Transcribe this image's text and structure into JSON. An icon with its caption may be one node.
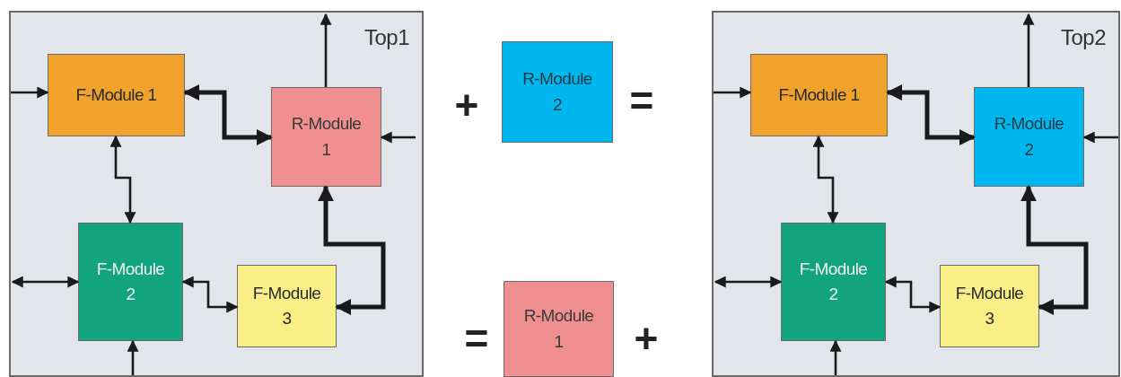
{
  "diagram": {
    "nodes": [
      {
        "text": [
          "Top1"
        ]
      },
      {
        "text": [
          "F-Module 1"
        ],
        "in": 0
      },
      {
        "text": [
          "R-Module 1"
        ],
        "in": 0
      },
      {
        "text": [
          "F-Module 2"
        ],
        "in": 0
      },
      {
        "text": [
          "F-Module 3"
        ],
        "in": 0
      },
      {
        "text": [
          "R-Module 2"
        ]
      },
      {
        "text": [
          "R-Module 1"
        ]
      },
      {
        "text": [
          "Top2"
        ]
      },
      {
        "text": [
          "F-Module 1"
        ],
        "in": 7
      },
      {
        "text": [
          "R-Module 2"
        ],
        "in": 7
      },
      {
        "text": [
          "F-Module 2"
        ],
        "in": 7
      },
      {
        "text": [
          "F-Module 3"
        ],
        "in": 7
      }
    ],
    "edges": [
      {
        "from": null,
        "to": 1,
        "arrow": "to"
      },
      {
        "from": 1,
        "to": 2,
        "arrow": "both",
        "style": "thick"
      },
      {
        "from": 2,
        "to": null,
        "arrow": "to"
      },
      {
        "from": null,
        "to": 2,
        "arrow": "to"
      },
      {
        "from": 1,
        "to": 3,
        "arrow": "both"
      },
      {
        "from": null,
        "to": 3,
        "arrow": "both"
      },
      {
        "from": null,
        "to": 3,
        "arrow": "to"
      },
      {
        "from": 3,
        "to": 4,
        "arrow": "both"
      },
      {
        "from": 2,
        "to": 4,
        "arrow": "both",
        "style": "thick"
      },
      {
        "from": null,
        "to": 8,
        "arrow": "to"
      },
      {
        "from": 8,
        "to": 9,
        "arrow": "both",
        "style": "thick"
      },
      {
        "from": 9,
        "to": null,
        "arrow": "to"
      },
      {
        "from": null,
        "to": 9,
        "arrow": "to"
      },
      {
        "from": 8,
        "to": 10,
        "arrow": "both"
      },
      {
        "from": null,
        "to": 10,
        "arrow": "both"
      },
      {
        "from": null,
        "to": 10,
        "arrow": "to"
      },
      {
        "from": 10,
        "to": 11,
        "arrow": "both"
      },
      {
        "from": 9,
        "to": 11,
        "arrow": "both",
        "style": "thick"
      }
    ],
    "labels": [
      "+",
      "=",
      "=",
      "+"
    ]
  }
}
